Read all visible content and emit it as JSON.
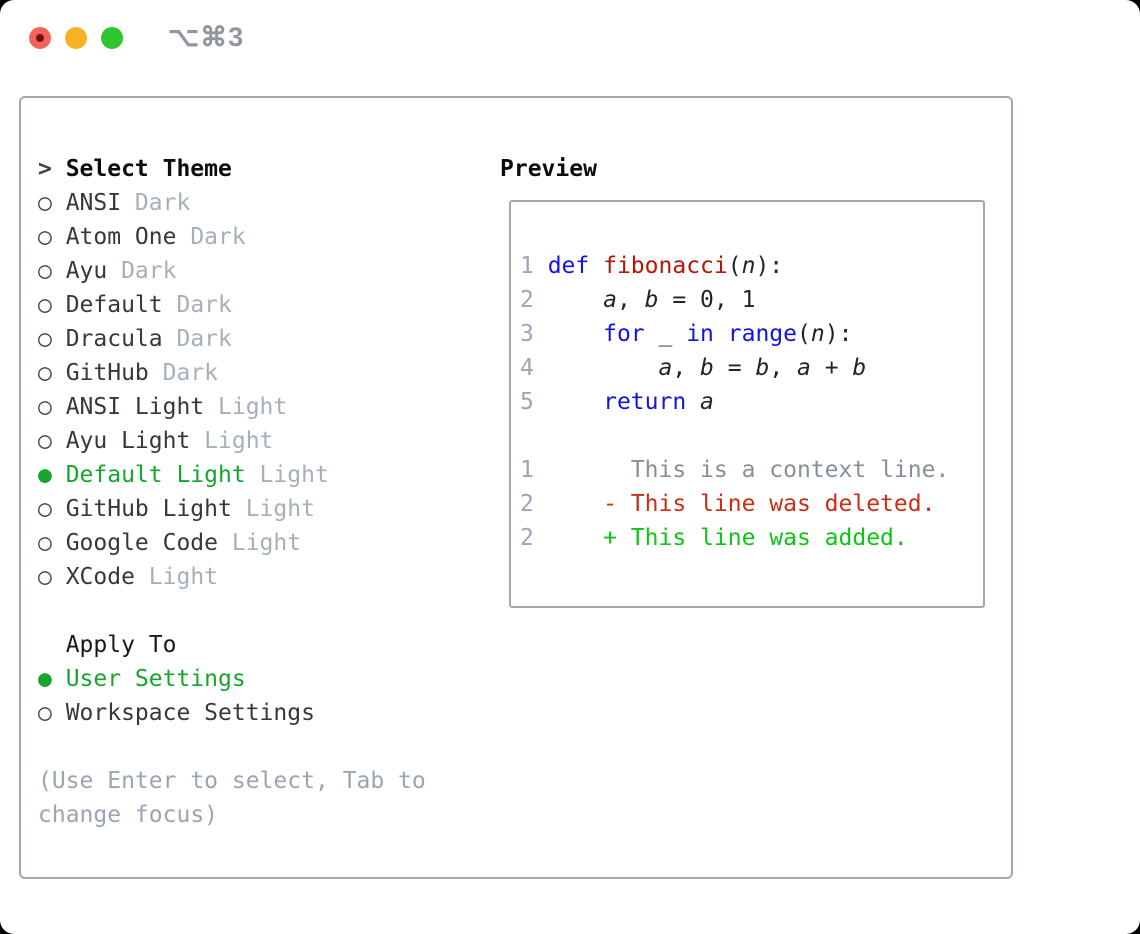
{
  "window": {
    "title": "⌥⌘3",
    "controls": [
      "close",
      "minimize",
      "fullscreen"
    ]
  },
  "markers": {
    "cursor": ">",
    "selected": "●",
    "unselected": "○"
  },
  "left_panel": {
    "header": {
      "cursor": ">",
      "label": "Select Theme"
    },
    "themes": [
      {
        "name": "ANSI",
        "variant": "Dark",
        "selected": false
      },
      {
        "name": "Atom One",
        "variant": "Dark",
        "selected": false
      },
      {
        "name": "Ayu",
        "variant": "Dark",
        "selected": false
      },
      {
        "name": "Default",
        "variant": "Dark",
        "selected": false
      },
      {
        "name": "Dracula",
        "variant": "Dark",
        "selected": false
      },
      {
        "name": "GitHub",
        "variant": "Dark",
        "selected": false
      },
      {
        "name": "ANSI Light",
        "variant": "Light",
        "selected": false
      },
      {
        "name": "Ayu Light",
        "variant": "Light",
        "selected": false
      },
      {
        "name": "Default Light",
        "variant": "Light",
        "selected": true
      },
      {
        "name": "GitHub Light",
        "variant": "Light",
        "selected": false
      },
      {
        "name": "Google Code",
        "variant": "Light",
        "selected": false
      },
      {
        "name": "XCode",
        "variant": "Light",
        "selected": false
      }
    ],
    "apply_to": {
      "header": "Apply To",
      "options": [
        {
          "name": "User Settings",
          "selected": true
        },
        {
          "name": "Workspace Settings",
          "selected": false
        }
      ]
    },
    "hint": "(Use Enter to select, Tab to change focus)"
  },
  "preview_panel": {
    "header": "Preview",
    "lines": [
      {
        "type": "code",
        "tokens": [
          {
            "t": "1 ",
            "c": "ln"
          },
          {
            "t": "def",
            "c": "kw"
          },
          {
            "t": " ",
            "c": "plain"
          },
          {
            "t": "fibonacci",
            "c": "fn"
          },
          {
            "t": "(",
            "c": "plain"
          },
          {
            "t": "n",
            "c": "var"
          },
          {
            "t": "):",
            "c": "plain"
          }
        ]
      },
      {
        "type": "code",
        "tokens": [
          {
            "t": "2 ",
            "c": "ln"
          },
          {
            "t": "    ",
            "c": "plain"
          },
          {
            "t": "a",
            "c": "var"
          },
          {
            "t": ", ",
            "c": "plain"
          },
          {
            "t": "b",
            "c": "var"
          },
          {
            "t": " = 0, 1",
            "c": "plain"
          }
        ]
      },
      {
        "type": "code",
        "tokens": [
          {
            "t": "3 ",
            "c": "ln"
          },
          {
            "t": "    ",
            "c": "plain"
          },
          {
            "t": "for",
            "c": "kw"
          },
          {
            "t": " _ ",
            "c": "plain"
          },
          {
            "t": "in",
            "c": "kw"
          },
          {
            "t": " ",
            "c": "plain"
          },
          {
            "t": "range",
            "c": "kw"
          },
          {
            "t": "(",
            "c": "plain"
          },
          {
            "t": "n",
            "c": "var"
          },
          {
            "t": "):",
            "c": "plain"
          }
        ]
      },
      {
        "type": "code",
        "tokens": [
          {
            "t": "4 ",
            "c": "ln"
          },
          {
            "t": "        ",
            "c": "plain"
          },
          {
            "t": "a",
            "c": "var"
          },
          {
            "t": ", ",
            "c": "plain"
          },
          {
            "t": "b",
            "c": "var"
          },
          {
            "t": " = ",
            "c": "plain"
          },
          {
            "t": "b",
            "c": "var"
          },
          {
            "t": ", ",
            "c": "plain"
          },
          {
            "t": "a",
            "c": "var"
          },
          {
            "t": " + ",
            "c": "plain"
          },
          {
            "t": "b",
            "c": "var"
          }
        ]
      },
      {
        "type": "code",
        "tokens": [
          {
            "t": "5 ",
            "c": "ln"
          },
          {
            "t": "    ",
            "c": "plain"
          },
          {
            "t": "return",
            "c": "kw"
          },
          {
            "t": " ",
            "c": "plain"
          },
          {
            "t": "a",
            "c": "var"
          }
        ]
      },
      {
        "type": "blank",
        "tokens": []
      },
      {
        "type": "context",
        "tokens": [
          {
            "t": "1 ",
            "c": "ln"
          },
          {
            "t": "      This is a context line.",
            "c": "ctx"
          }
        ]
      },
      {
        "type": "deleted",
        "tokens": [
          {
            "t": "2 ",
            "c": "ln"
          },
          {
            "t": "    - This line was deleted.",
            "c": "del"
          }
        ]
      },
      {
        "type": "added",
        "tokens": [
          {
            "t": "2 ",
            "c": "ln"
          },
          {
            "t": "    + This line was added.",
            "c": "add"
          }
        ]
      }
    ]
  },
  "colors": {
    "selection_green": "#17a52f",
    "keyword_blue": "#1414e0",
    "function_red": "#b3170a",
    "deleted_red": "#cb2d16",
    "added_green": "#0ec414",
    "context_gray": "#878f99",
    "lineno_gray": "#9aa6b6",
    "muted_gray": "#a6afba",
    "hint_gray": "#9aa4b2",
    "text_dark": "#33393f",
    "border_gray": "#a0a8b2",
    "title_gray": "#8f969e",
    "light_red": "#f4635a",
    "light_red_dot": "#750f08",
    "light_yellow": "#f7b125",
    "light_green": "#2dc62f"
  }
}
